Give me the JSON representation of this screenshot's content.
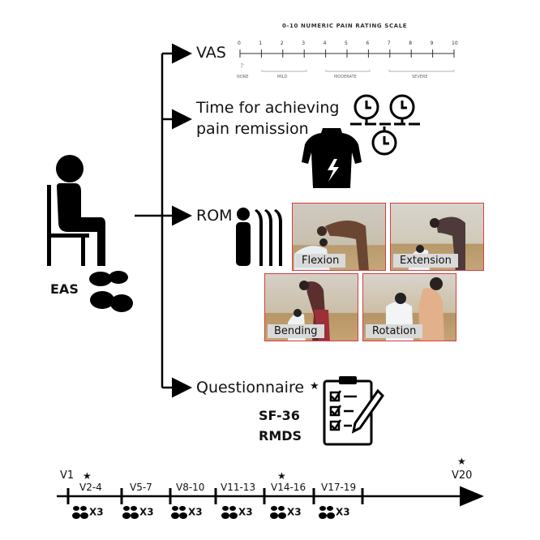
{
  "left": {
    "eas_label": "EAS"
  },
  "branches": {
    "vas": "VAS",
    "time_line1": "Time for achieving",
    "time_line2": "pain remission",
    "rom": "ROM",
    "questionnaire": "Questionnaire",
    "questionnaire_star": "★",
    "sf36": "SF-36",
    "rmds": "RMDS"
  },
  "pain_scale": {
    "title": "0-10 NUMERIC PAIN RATING SCALE",
    "ticks": [
      "0",
      "1",
      "2",
      "3",
      "4",
      "5",
      "6",
      "7",
      "8",
      "9",
      "10"
    ],
    "zones": [
      "NONE",
      "MILD",
      "MODERATE",
      "SEVERE"
    ]
  },
  "rom_photos": [
    "Flexion",
    "Extension",
    "Bending",
    "Rotation"
  ],
  "timeline": {
    "start": "V1",
    "end": "V20",
    "segments": [
      "V2-4",
      "V5-7",
      "V8-10",
      "V11-13",
      "V14-16",
      "V17-19"
    ],
    "star": "★",
    "multiplier": "X3"
  },
  "icons": {
    "person": "seated-person-icon",
    "footprints": "footprints-icon",
    "torso": "torso-pain-icon",
    "clocks": "clocks-icon",
    "people": "people-icon",
    "clipboard": "clipboard-checklist-icon"
  }
}
